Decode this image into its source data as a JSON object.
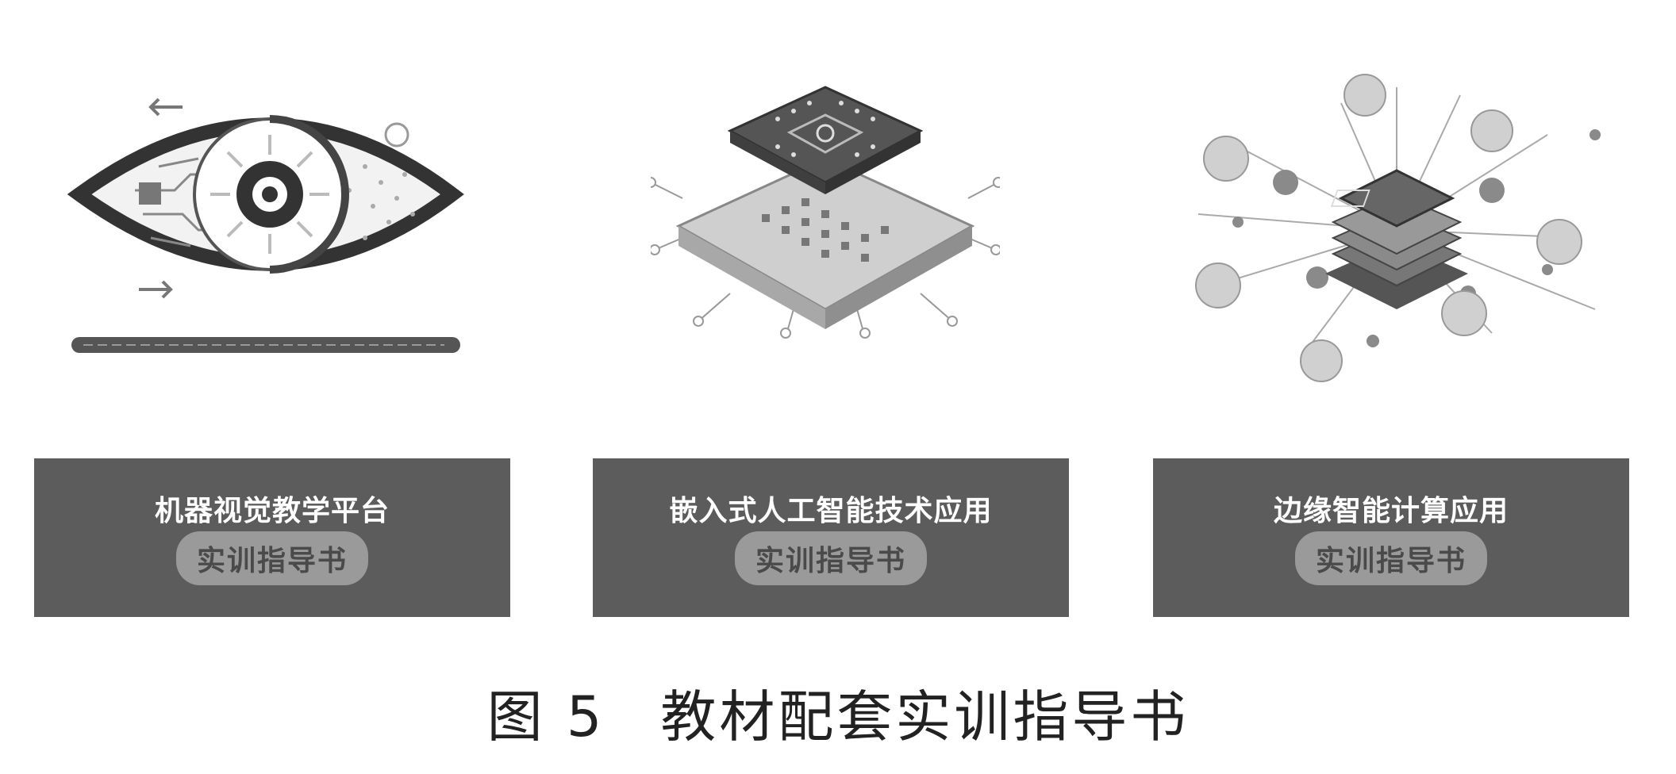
{
  "cards": [
    {
      "title": "机器视觉教学平台",
      "subtitle": "实训指导书"
    },
    {
      "title": "嵌入式人工智能技术应用",
      "subtitle": "实训指导书"
    },
    {
      "title": "边缘智能计算应用",
      "subtitle": "实训指导书"
    }
  ],
  "caption": {
    "figure": "图 5",
    "text": "教材配套实训指导书"
  },
  "colors": {
    "card_bg": "#5c5c5c",
    "pill_bg": "#9a9a9a",
    "pill_text": "#4a4a4a",
    "caption_text": "#222222"
  },
  "icons": [
    "eye-circuit-icon",
    "chip-icon",
    "edge-network-icon"
  ]
}
